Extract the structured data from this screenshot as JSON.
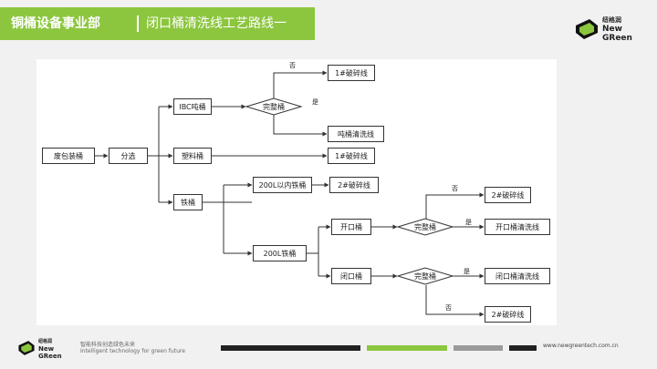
{
  "header": {
    "section_title": "铜桶设备事业部",
    "slide_title": "闭口桶清洗线工艺路线一"
  },
  "brand": {
    "cn_name": "纽格润",
    "en_line1": "New",
    "en_line2": "GReen",
    "accent_color": "#8cc63f"
  },
  "flowchart": {
    "nodes": {
      "waste_drum": "废包装桶",
      "sorting": "分选",
      "ibc_drum": "IBC吨桶",
      "intact_1": "完整桶",
      "crusher_1a": "1#破碎线",
      "ton_drum_wash": "吨桶清洗线",
      "plastic_drum": "塑料桶",
      "crusher_1b": "1#破碎线",
      "iron_drum": "铁桶",
      "iron_under_200l": "200L以内铁桶",
      "crusher_2a": "2#破碎线",
      "iron_200l": "200L铁桶",
      "open_drum": "开口桶",
      "intact_2": "完整桶",
      "crusher_2b": "2#破碎线",
      "open_drum_wash": "开口桶清洗线",
      "closed_drum": "闭口桶",
      "intact_3": "完整桶",
      "closed_drum_wash": "闭口桶清洗线",
      "crusher_2c": "2#破碎线"
    },
    "edge_labels": {
      "no_1": "否",
      "yes_1": "是",
      "no_2": "否",
      "yes_2": "是",
      "yes_3": "是",
      "no_3": "否"
    }
  },
  "footer": {
    "slogan_cn": "智能科技创造绿色未来",
    "slogan_en": "Intelligent technology for  green future",
    "url": "www.newgreentech.com.cn",
    "bar_colors": [
      "#222222",
      "#8cc63f",
      "#9a9a9a",
      "#222222"
    ]
  }
}
